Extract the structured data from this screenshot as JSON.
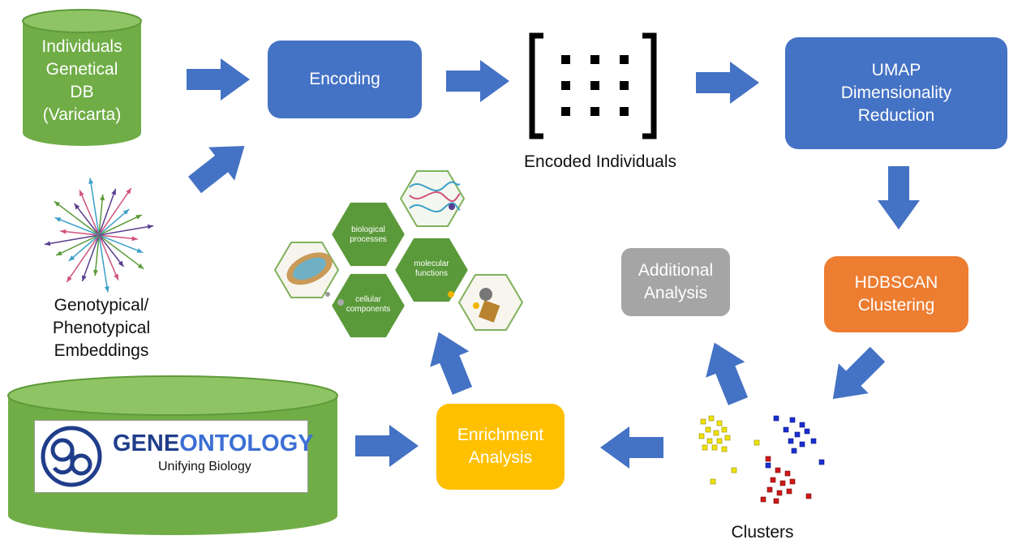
{
  "database": {
    "lines": [
      "Individuals",
      "Genetical",
      "DB",
      "(Varicarta)"
    ]
  },
  "embeddings": {
    "lines": [
      "Genotypical/",
      "Phenotypical",
      "Embeddings"
    ]
  },
  "nodes": {
    "encoding": "Encoding",
    "encoded_individuals": "Encoded Individuals",
    "umap": [
      "UMAP",
      "Dimensionality",
      "Reduction"
    ],
    "hdbscan": [
      "HDBSCAN",
      "Clustering"
    ],
    "additional": [
      "Additional",
      "Analysis"
    ],
    "enrichment": [
      "Enrichment",
      "Analysis"
    ],
    "clusters": "Clusters"
  },
  "gene_ontology": {
    "brand_prefix": "GENE",
    "brand_suffix": "ONTOLOGY",
    "tagline": "Unifying Biology"
  },
  "hexagons": {
    "biological": [
      "biological",
      "processes"
    ],
    "molecular": [
      "molecular",
      "functions"
    ],
    "cellular": [
      "cellular",
      "components"
    ]
  },
  "colors": {
    "blue": "#4472c4",
    "green": "#70ad47",
    "orange": "#ed7d31",
    "yellow": "#ffc000",
    "gray": "#a5a5a5",
    "arrow": "#4472c4"
  }
}
